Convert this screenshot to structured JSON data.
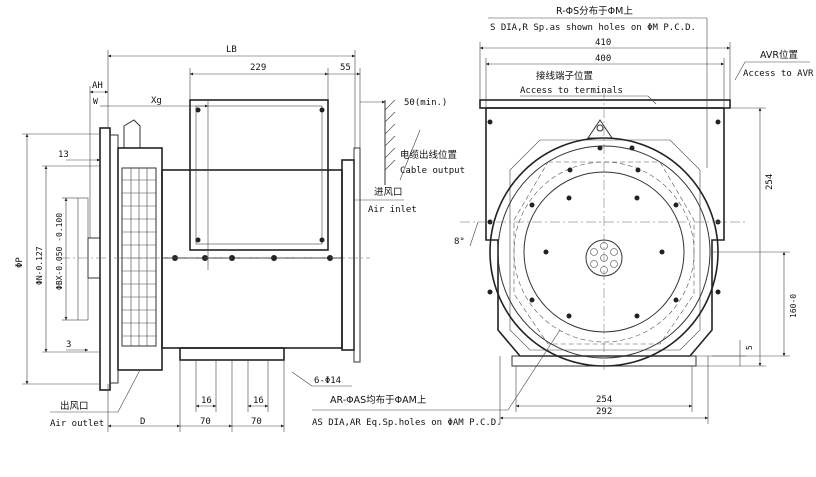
{
  "side_view": {
    "lb": "LB",
    "dim_229": "229",
    "dim_55": "55",
    "ah": "AH",
    "w": "W",
    "xg": "Xg",
    "dim_50min": "50(min.)",
    "dim_13": "13",
    "dim_3": "3",
    "phi_p": "ΦP",
    "phi_n": "ΦN-0.127",
    "phi_bx": "ΦBX-0.050 -0.100",
    "cable_cn": "电缆出线位置",
    "cable_en": "Cable output",
    "air_inlet_cn": "进风口",
    "air_inlet_en": "Air inlet",
    "air_outlet_cn": "出风口",
    "air_outlet_en": "Air outlet",
    "d": "D",
    "dim_16a": "16",
    "dim_16b": "16",
    "dim_70a": "70",
    "dim_70b": "70",
    "six_phi14": "6-Φ14"
  },
  "end_view": {
    "r_holes_cn": "R-ΦS分布于ΦM上",
    "r_holes_en": "S DIA,R Sp.as shown holes on ΦM P.C.D.",
    "dim_410": "410",
    "dim_400": "400",
    "terminals_cn": "接线端子位置",
    "terminals_en": "Access to terminals",
    "avr_cn": "AVR位置",
    "avr_en": "Access to AVR",
    "dim_254_v": "254",
    "angle_8": "8°",
    "dim_160": "160-0",
    "dim_5": "5",
    "ar_holes_cn": "AR-ΦAS均布于ΦAM上",
    "ar_holes_en": "AS DIA,AR Eq.Sp.holes on ΦAM P.C.D.",
    "dim_254_h": "254",
    "dim_292": "292"
  }
}
